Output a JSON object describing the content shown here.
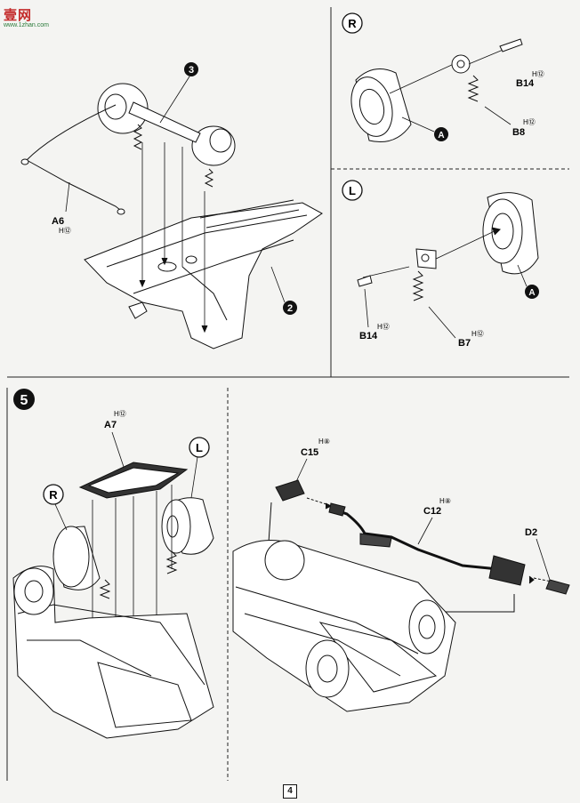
{
  "watermark": {
    "logo": "壹网",
    "url": "www.1zhan.com"
  },
  "page_number": "4",
  "step4": {
    "callouts": {
      "three": "3",
      "two": "2"
    },
    "parts": {
      "a6": "A6",
      "a6_runner": "H⑫"
    },
    "detail_r": {
      "side": "R",
      "tire": "A",
      "parts": {
        "b14": "B14",
        "b14_runner": "H⑫",
        "b8": "B8",
        "b8_runner": "H⑫"
      }
    },
    "detail_l": {
      "side": "L",
      "tire": "A",
      "parts": {
        "b14": "B14",
        "b14_runner": "H⑫",
        "b7": "B7",
        "b7_runner": "H⑫"
      }
    }
  },
  "step5": {
    "number": "5",
    "parts": {
      "a7": "A7",
      "a7_runner": "H⑫",
      "side_r": "R",
      "side_l": "L",
      "c15": "C15",
      "c15_runner": "H⑧",
      "c12": "C12",
      "c12_runner": "H⑧",
      "d2": "D2"
    }
  }
}
